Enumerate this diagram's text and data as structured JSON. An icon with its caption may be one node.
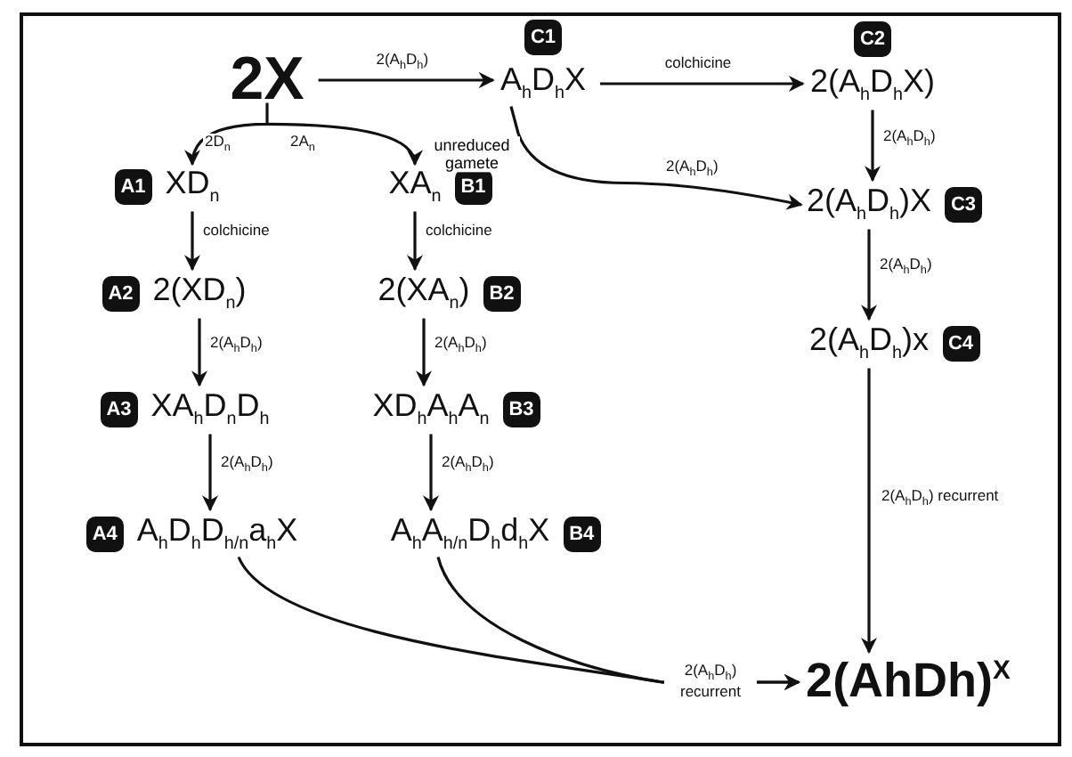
{
  "diagram": {
    "nodes": [
      {
        "text": [
          "2X"
        ]
      },
      {
        "text": [
          "A$_{h}$D$_{h}$X"
        ],
        "beside": [
          "C1"
        ]
      },
      {
        "text": [
          "2(A$_{h}$D$_{h}$X)"
        ],
        "beside": [
          "C2"
        ]
      },
      {
        "text": [
          "XD$_{n}$"
        ],
        "beside": [
          "A1"
        ]
      },
      {
        "text": [
          "XA$_{n}$"
        ],
        "beside": [
          "B1"
        ]
      },
      {
        "text": [
          "2(XD$_{n}$)"
        ],
        "beside": [
          "A2"
        ]
      },
      {
        "text": [
          "2(XA$_{n}$)"
        ],
        "beside": [
          "B2"
        ]
      },
      {
        "text": [
          "XA$_{h}$D$_{n}$D$_{h}$"
        ],
        "beside": [
          "A3"
        ]
      },
      {
        "text": [
          "XD$_{h}$A$_{h}$A$_{n}$"
        ],
        "beside": [
          "B3"
        ]
      },
      {
        "text": [
          "2(A$_{h}$D$_{h}$)X"
        ],
        "beside": [
          "C3"
        ]
      },
      {
        "text": [
          "2(A$_{h}$D$_{h}$)x"
        ],
        "beside": [
          "C4"
        ]
      },
      {
        "text": [
          "A$_{h}$D$_{h}$D$_{h/n}$a$_{h}$X"
        ],
        "beside": [
          "A4"
        ]
      },
      {
        "text": [
          "A$_{h}$A$_{h/n}$D$_{h}$d$_{h}$X"
        ],
        "beside": [
          "B4"
        ]
      },
      {
        "text": [
          "2(AhDh)$^{X}$"
        ]
      }
    ],
    "edges": [
      {
        "from": 0,
        "to": 1,
        "arrow": "to",
        "label": "2(A$_{h}$D$_{h}$)"
      },
      {
        "from": 0,
        "to": 3,
        "arrow": "to",
        "label": "2D$_{n}$"
      },
      {
        "from": 0,
        "to": 4,
        "arrow": "to",
        "label": "2A$_{n}$"
      },
      {
        "from": 1,
        "to": 2,
        "arrow": "to",
        "label": "colchicine"
      },
      {
        "from": 1,
        "to": 9,
        "arrow": "to",
        "label": "2(A$_{h}$D$_{h}$)"
      },
      {
        "from": 2,
        "to": 9,
        "arrow": "to",
        "label": "2(A$_{h}$D$_{h}$)"
      },
      {
        "from": 3,
        "to": 5,
        "arrow": "to",
        "label": "colchicine"
      },
      {
        "from": 4,
        "to": 6,
        "arrow": "to",
        "label": "colchicine"
      },
      {
        "from": 5,
        "to": 7,
        "arrow": "to",
        "label": "2(A$_{h}$D$_{h}$)"
      },
      {
        "from": 6,
        "to": 8,
        "arrow": "to",
        "label": "2(A$_{h}$D$_{h}$)"
      },
      {
        "from": 9,
        "to": 10,
        "arrow": "to",
        "label": "2(A$_{h}$D$_{h}$)"
      },
      {
        "from": 7,
        "to": 11,
        "arrow": "to",
        "label": "2(A$_{h}$D$_{h}$)"
      },
      {
        "from": 8,
        "to": 12,
        "arrow": "to",
        "label": "2(A$_{h}$D$_{h}$)"
      },
      {
        "from": 10,
        "to": 13,
        "arrow": "to",
        "label": "2(A$_{h}$D$_{h}$) recurrent"
      },
      {
        "from": 11,
        "to": 13,
        "arrow": "to",
        "label": "2(A$_{h}$D$_{h}$) recurrent"
      },
      {
        "from": 12,
        "to": 13,
        "arrow": "to"
      }
    ],
    "labels": [
      "unreduced gamete"
    ]
  }
}
